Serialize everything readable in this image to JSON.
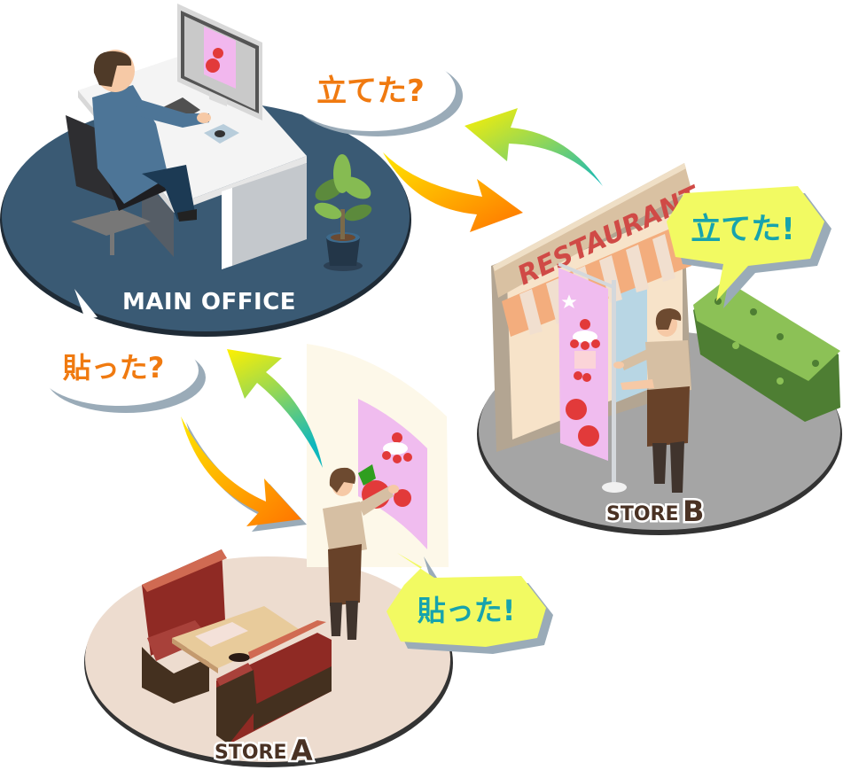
{
  "title": "Main office to store signage confirmation flow",
  "colors": {
    "office_floor": "#3a5a74",
    "store_a_floor": "#eddccf",
    "store_b_floor": "#a5a5a5",
    "question_text": "#f07a10",
    "answer_text": "#17a3ad",
    "answer_bubble": "#f2fa62",
    "bubble_shadow": "#9aabb8",
    "label_brown": "#4a3224",
    "restaurant_sign_text": "#d04a46"
  },
  "locations": {
    "main_office": {
      "label": "MAIN OFFICE"
    },
    "store_a": {
      "label_prefix": "STORE",
      "label_letter": "A"
    },
    "store_b": {
      "label_prefix": "STORE",
      "label_letter": "B",
      "sign_text": "RESTAURANT"
    }
  },
  "bubbles": {
    "office_to_b_question": "立てた?",
    "store_b_answer": "立てた!",
    "office_to_a_question": "貼った?",
    "store_a_answer": "貼った!"
  },
  "arrows": [
    {
      "name": "office-to-store-b",
      "direction": "outbound",
      "gradient": [
        "#ffe600",
        "#ff7a00"
      ]
    },
    {
      "name": "store-b-to-office",
      "direction": "return",
      "gradient": [
        "#ffea00",
        "#14b8b8"
      ]
    },
    {
      "name": "office-to-store-a",
      "direction": "outbound",
      "gradient": [
        "#ffe600",
        "#ff7a00"
      ]
    },
    {
      "name": "store-a-to-office",
      "direction": "return",
      "gradient": [
        "#ffea00",
        "#14b8b8"
      ]
    }
  ]
}
